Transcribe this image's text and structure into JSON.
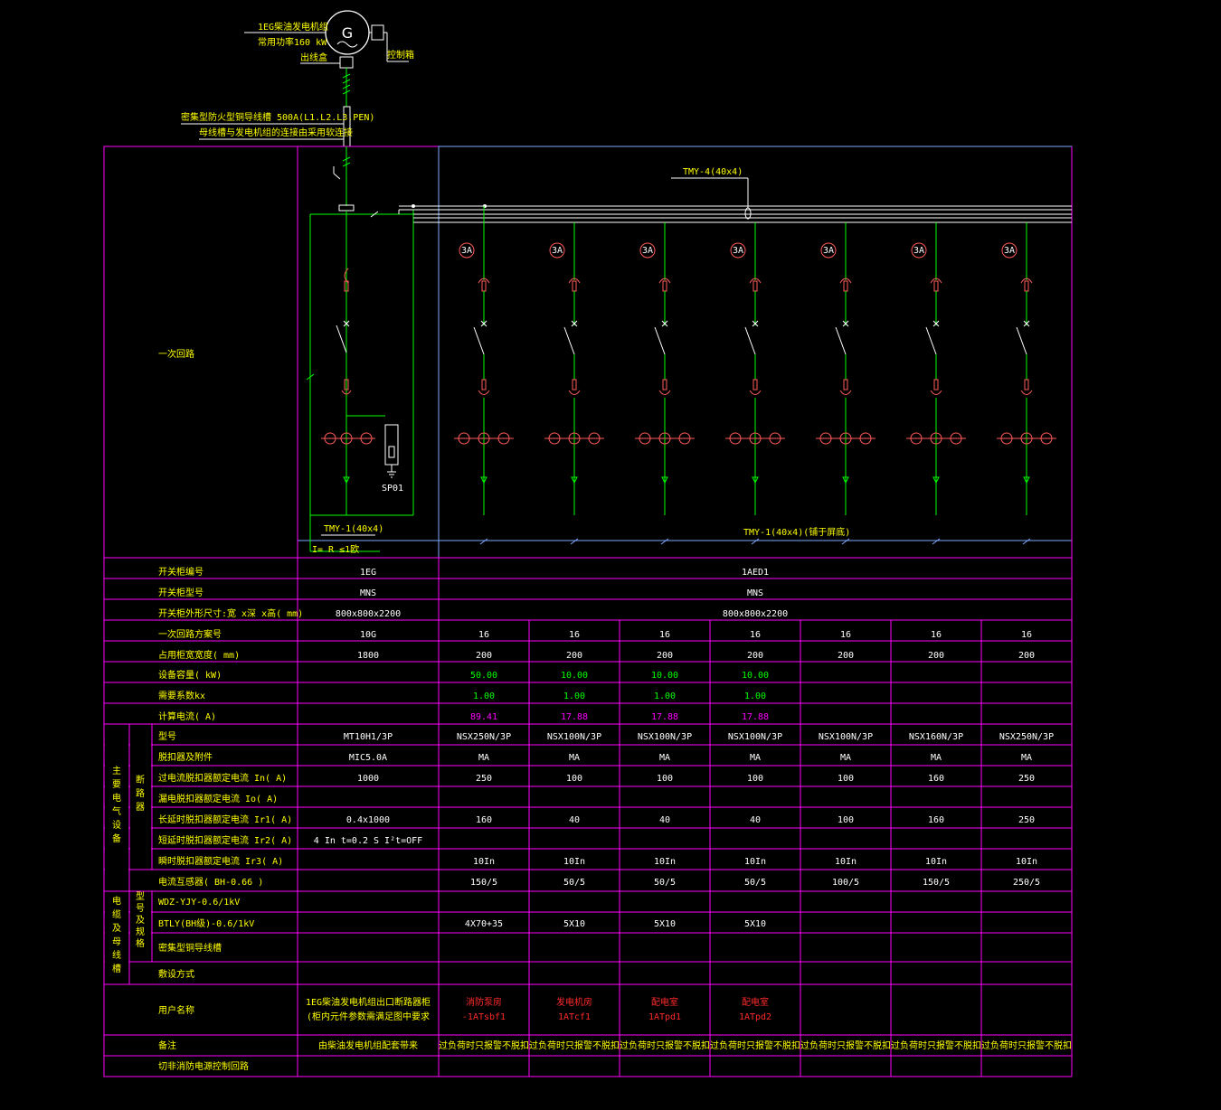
{
  "generator": {
    "symbol": "G",
    "name": "1EG柴油发电机组",
    "rating": "常用功率160 kW",
    "outlet_label": "出线盒",
    "control_label": "控制箱"
  },
  "busway": {
    "spec": "密集型防火型铜导线槽 500A(L1.L2.L3.PEN)",
    "note": "母线槽与发电机组的连接由采用软连接"
  },
  "main_bus": {
    "label": "TMY-4(40x4)"
  },
  "incoming": {
    "spd": "SP01",
    "bus_label": "TMY-1(40x4)",
    "ground_label": "I= R  ≤1欧"
  },
  "feeders": {
    "ct_label": "3A",
    "bus_label": "TMY-1(40x4)(铺于屏底)"
  },
  "rows": {
    "primary_circuit": "一次回路",
    "cabinet_no": "开关柜编号",
    "cabinet_model": "开关柜型号",
    "cabinet_size": "开关柜外形尺寸:宽    x深 x高( mm)",
    "scheme_no": "一次回路方案号",
    "width": "占用柜宽宽度(    mm)",
    "capacity": "设备容量(   kW)",
    "demand": "需要系数kx",
    "current": "计算电流(    A)",
    "main_equipment": "主要电气设备",
    "breaker": "断路器",
    "model": "型号",
    "trip_unit": "脱扣器及附件",
    "rated_current": "过电流脱扣器额定电流      In( A)",
    "zero_seq": "漏电脱扣器额定电流       Io( A)",
    "long_delay": "长延时脱扣器额定电流      Ir1( A)",
    "short_delay": "短延时脱扣器额定电流      Ir2( A)",
    "instant": "瞬时脱扣器额定电流      Ir3( A)",
    "ct": "电流互感器(    BH-0.66 )",
    "cable_busway": "电缆及母线槽",
    "type_spec": "型号及规格",
    "cable1": "WDZ-YJY-0.6/1kV",
    "cable2": "BTLY(BH级)-0.6/1kV",
    "busway_row": "密集型铜导线槽",
    "laying": "敷设方式",
    "user": "用户名称",
    "remark": "备注",
    "fire_cut": "切非消防电源控制回路"
  },
  "incomer_col": {
    "cabinet_no": "1EG",
    "model": "MNS",
    "size": "800x800x2200",
    "scheme": "10G",
    "width": "1800",
    "breaker": "MT10H1/3P",
    "trip": "MIC5.0A",
    "in": "1000",
    "ir1": "0.4x1000",
    "ir2": "4 In   t=0.2 S  I²t=OFF",
    "ct": "",
    "user1": "1EG柴油发电机组出口断路器柜",
    "user2": "(柜内元件参数需满足图中要求",
    "remark": "由柴油发电机组配套带来"
  },
  "feeder_header": {
    "cabinet_no": "1AED1",
    "model": "MNS",
    "size": "800x800x2200"
  },
  "feeder_cols": [
    {
      "scheme": "16",
      "width": "200",
      "kw": "50.00",
      "kx": "1.00",
      "a": "89.41",
      "model": "NSX250N/3P",
      "trip": "MA",
      "in": "250",
      "ir1": "160",
      "ir3": "10In",
      "ct": "150/5",
      "cable": "4X70+35",
      "user1": "消防泵房",
      "user2": "-1ATsbf1",
      "remark": "过负荷时只报警不脱扣"
    },
    {
      "scheme": "16",
      "width": "200",
      "kw": "10.00",
      "kx": "1.00",
      "a": "17.88",
      "model": "NSX100N/3P",
      "trip": "MA",
      "in": "100",
      "ir1": "40",
      "ir3": "10In",
      "ct": "50/5",
      "cable": "5X10",
      "user1": "发电机房",
      "user2": "1ATcf1",
      "remark": "过负荷时只报警不脱扣"
    },
    {
      "scheme": "16",
      "width": "200",
      "kw": "10.00",
      "kx": "1.00",
      "a": "17.88",
      "model": "NSX100N/3P",
      "trip": "MA",
      "in": "100",
      "ir1": "40",
      "ir3": "10In",
      "ct": "50/5",
      "cable": "5X10",
      "user1": "配电室",
      "user2": "1ATpd1",
      "remark": "过负荷时只报警不脱扣"
    },
    {
      "scheme": "16",
      "width": "200",
      "kw": "10.00",
      "kx": "1.00",
      "a": "17.88",
      "model": "NSX100N/3P",
      "trip": "MA",
      "in": "100",
      "ir1": "40",
      "ir3": "10In",
      "ct": "50/5",
      "cable": "5X10",
      "user1": "配电室",
      "user2": "1ATpd2",
      "remark": "过负荷时只报警不脱扣"
    },
    {
      "scheme": "16",
      "width": "200",
      "kw": "",
      "kx": "",
      "a": "",
      "model": "NSX100N/3P",
      "trip": "MA",
      "in": "100",
      "ir1": "100",
      "ir3": "10In",
      "ct": "100/5",
      "cable": "",
      "user1": "",
      "user2": "",
      "remark": "过负荷时只报警不脱扣"
    },
    {
      "scheme": "16",
      "width": "200",
      "kw": "",
      "kx": "",
      "a": "",
      "model": "NSX160N/3P",
      "trip": "MA",
      "in": "160",
      "ir1": "160",
      "ir3": "10In",
      "ct": "150/5",
      "cable": "",
      "user1": "",
      "user2": "",
      "remark": "过负荷时只报警不脱扣"
    },
    {
      "scheme": "16",
      "width": "200",
      "kw": "",
      "kx": "",
      "a": "",
      "model": "NSX250N/3P",
      "trip": "MA",
      "in": "250",
      "ir1": "250",
      "ir3": "10In",
      "ct": "250/5",
      "cable": "",
      "user1": "",
      "user2": "",
      "remark": "过负荷时只报警不脱扣"
    }
  ],
  "colors": {
    "grid_magenta": "#ff00ff",
    "grid_blue": "#7fa8ff",
    "circuit_green": "#00ff00",
    "breaker_red": "#ff5a5a",
    "text_yellow": "#ffff00"
  }
}
